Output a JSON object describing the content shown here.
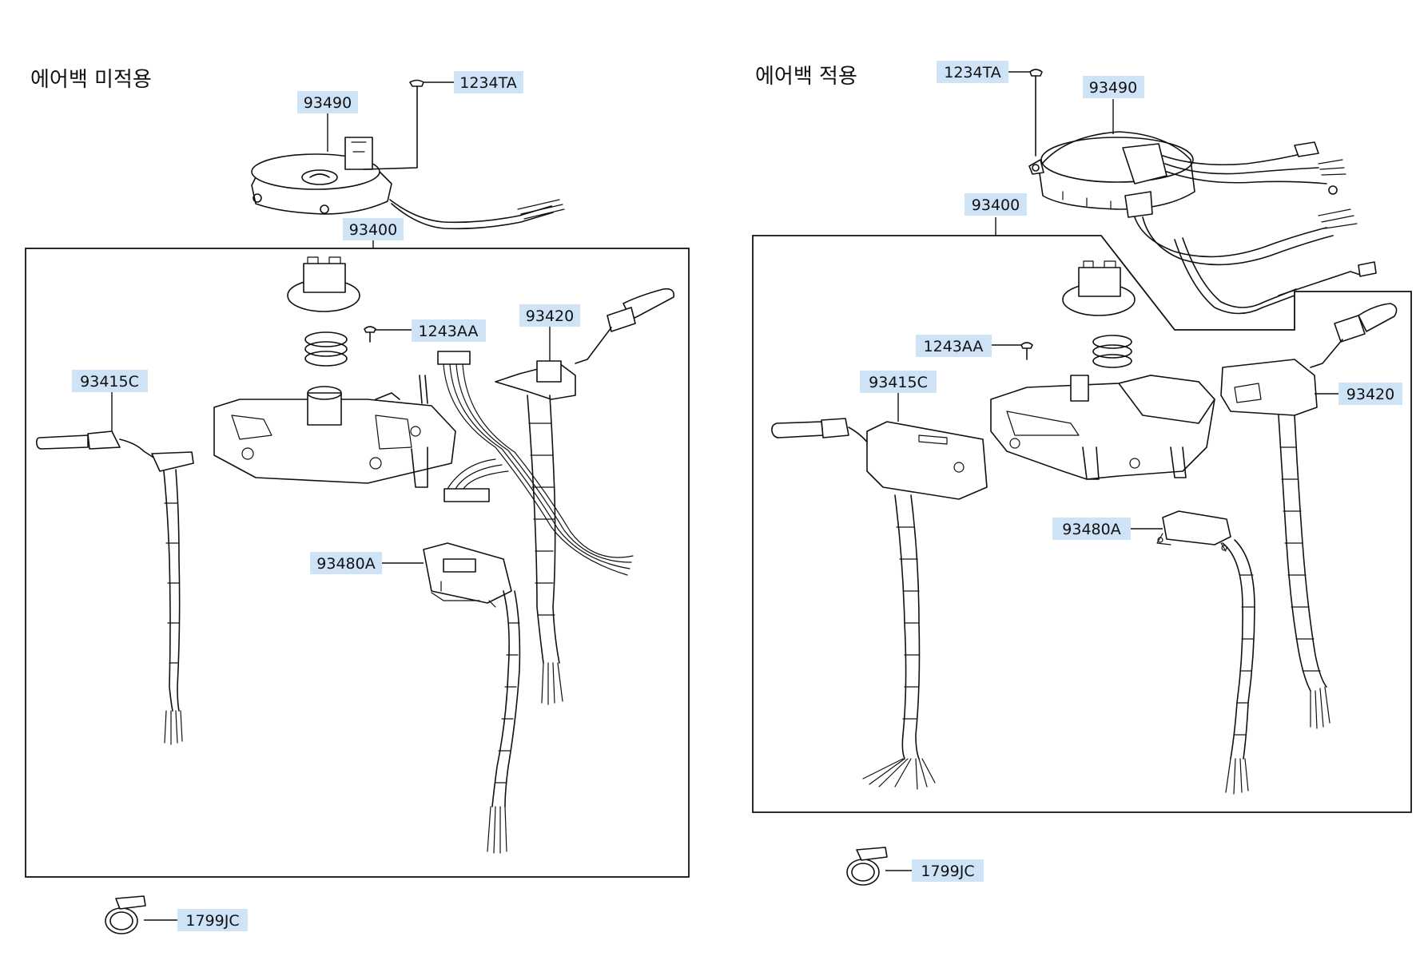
{
  "headings": {
    "left": "에어백 미적용",
    "right": "에어백 적용"
  },
  "labels": {
    "left": {
      "p93490": "93490",
      "p1234TA": "1234TA",
      "p93400": "93400",
      "p1243AA": "1243AA",
      "p93420": "93420",
      "p93415C": "93415C",
      "p93480A": "93480A",
      "p1799JC": "1799JC"
    },
    "right": {
      "p1234TA": "1234TA",
      "p93490": "93490",
      "p93400": "93400",
      "p1243AA": "1243AA",
      "p93415C": "93415C",
      "p93420": "93420",
      "p93480A": "93480A",
      "p1799JC": "1799JC"
    }
  },
  "colors": {
    "label_highlight": "#cfe3f7",
    "line_art": "#111111",
    "background": "#ffffff"
  }
}
